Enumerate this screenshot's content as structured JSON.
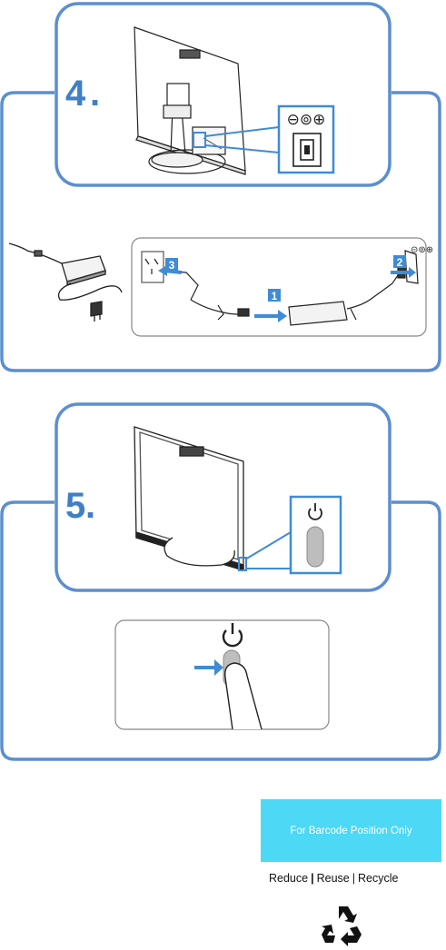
{
  "steps": [
    {
      "number": "4",
      "dot": "."
    },
    {
      "number": "5",
      "dot": "."
    }
  ],
  "callouts": {
    "first": "1",
    "second": "2",
    "third": "3"
  },
  "polarity_symbols": "⊖⊚⊕",
  "barcode": {
    "text": "For Barcode Position Only",
    "color": "#4dd8f5"
  },
  "footer": {
    "reduce": "Reduce",
    "reuse": "Reuse",
    "recycle": "Recycle"
  },
  "colors": {
    "accent": "#3f7fc6",
    "outline": "#5b8fd0",
    "callout": "#3f8bd6",
    "barcode": "#4dd8f5"
  },
  "icons": [
    "power-icon",
    "recycle-icon",
    "arrow-right-icon"
  ]
}
